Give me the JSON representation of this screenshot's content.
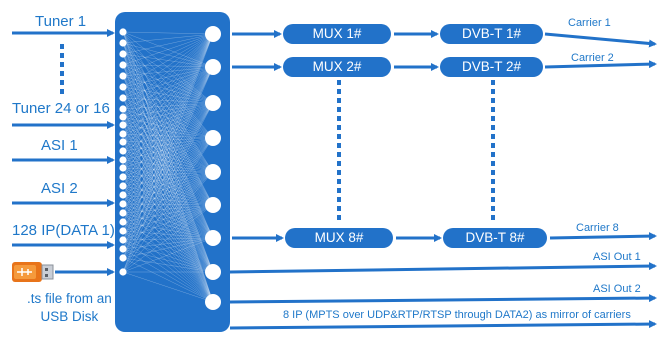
{
  "colors": {
    "accent": "#2272c9",
    "text": "#1f78c9",
    "background": "#ffffff",
    "usb": "#e8741a"
  },
  "inputs": {
    "tuner1": "Tuner 1",
    "tuner_n": "Tuner 24 or 16",
    "asi1": "ASI 1",
    "asi2": "ASI 2",
    "ip": "128 IP(DATA 1)",
    "ts_line1": ".ts file from an",
    "ts_line2": "USB Disk"
  },
  "mux": [
    "MUX 1#",
    "MUX 2#",
    "MUX 8#"
  ],
  "dvbt": [
    "DVB-T 1#",
    "DVB-T 2#",
    "DVB-T 8#"
  ],
  "carriers": [
    "Carrier 1",
    "Carrier 2",
    "Carrier 8"
  ],
  "outputs": {
    "asi_out1": "ASI Out 1",
    "asi_out2": "ASI Out 2",
    "ip_out": "8 IP (MPTS over UDP&RTP/RTSP through DATA2) as mirror of carriers"
  },
  "icons": {
    "usb": "usb-drive-icon"
  }
}
